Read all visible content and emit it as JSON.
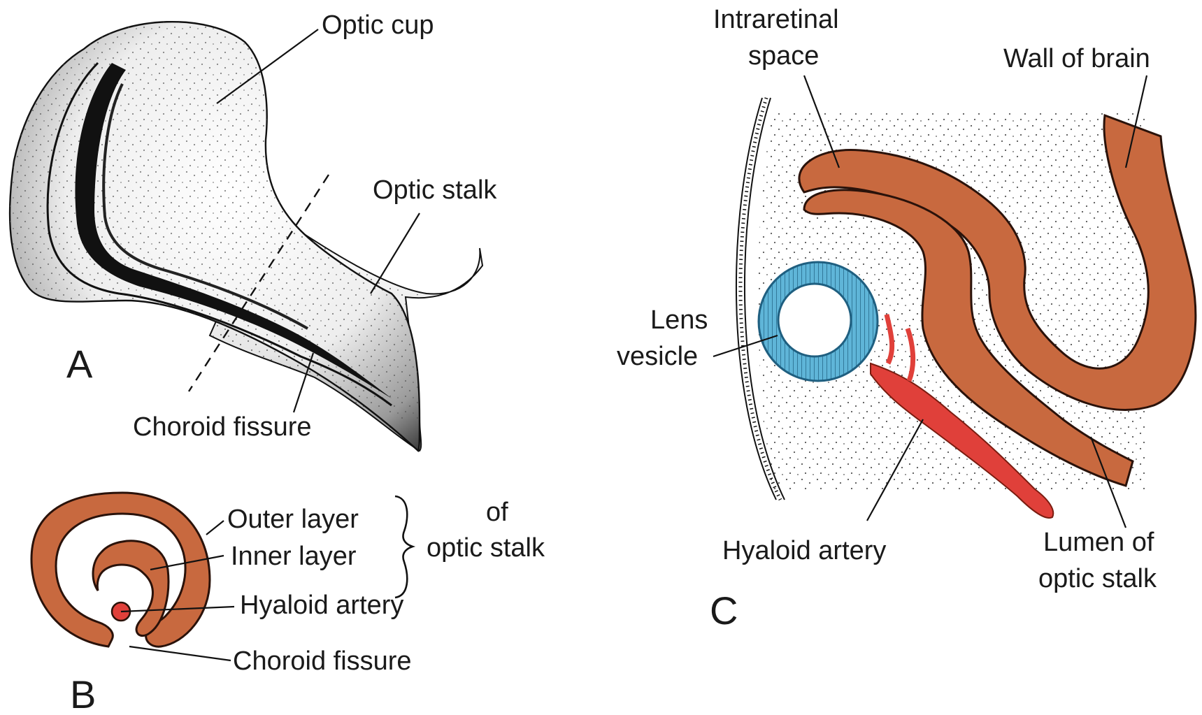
{
  "colors": {
    "tissue": "#C8693F",
    "tissue_edge": "#2a120a",
    "artery": "#E0403A",
    "lens": "#5FB5D8",
    "background": "#ffffff"
  },
  "panel_a": {
    "letter": "A",
    "labels": {
      "optic_cup": "Optic cup",
      "optic_stalk": "Optic stalk",
      "choroid_fissure": "Choroid fissure"
    }
  },
  "panel_b": {
    "letter": "B",
    "labels": {
      "outer_layer": "Outer layer",
      "inner_layer": "Inner layer",
      "of": "of",
      "optic_stalk": "optic stalk",
      "hyaloid_artery": "Hyaloid artery",
      "choroid_fissure": "Choroid fissure"
    }
  },
  "panel_c": {
    "letter": "C",
    "labels": {
      "intraretinal_1": "Intraretinal",
      "intraretinal_2": "space",
      "wall_of_brain": "Wall of brain",
      "lens_1": "Lens",
      "lens_2": "vesicle",
      "hyaloid_artery": "Hyaloid artery",
      "lumen_1": "Lumen of",
      "lumen_2": "optic stalk"
    }
  }
}
